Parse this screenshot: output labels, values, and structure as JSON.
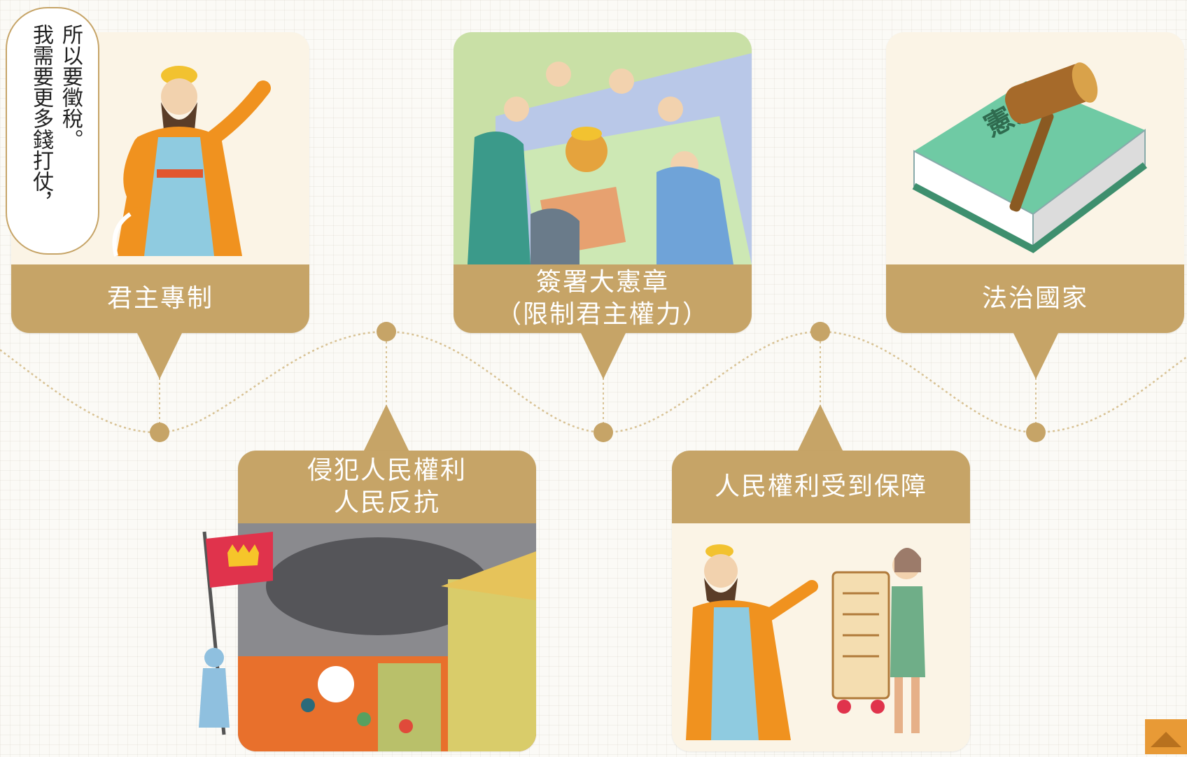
{
  "steps": [
    {
      "id": "autocracy",
      "label": "君主專制"
    },
    {
      "id": "rights-violated",
      "label_line1": "侵犯人民權利",
      "label_line2": "人民反抗"
    },
    {
      "id": "magna-carta",
      "label_line1": "簽署大憲章",
      "label_line2": "（限制君主權力）"
    },
    {
      "id": "rights-protected",
      "label": "人民權利受到保障"
    },
    {
      "id": "rule-of-law",
      "label": "法治國家"
    }
  ],
  "speech_bubble": {
    "line1": "所以要徵稅。",
    "line2": "我需要更多錢打仗，"
  },
  "book_title": "憲法",
  "colors": {
    "band": "#c6a467",
    "card_bg": "#fbf4e6",
    "timeline": "#d8c294",
    "accent": "#e89a36"
  },
  "icons": {
    "scroll_top": "chevron-up-icon"
  }
}
